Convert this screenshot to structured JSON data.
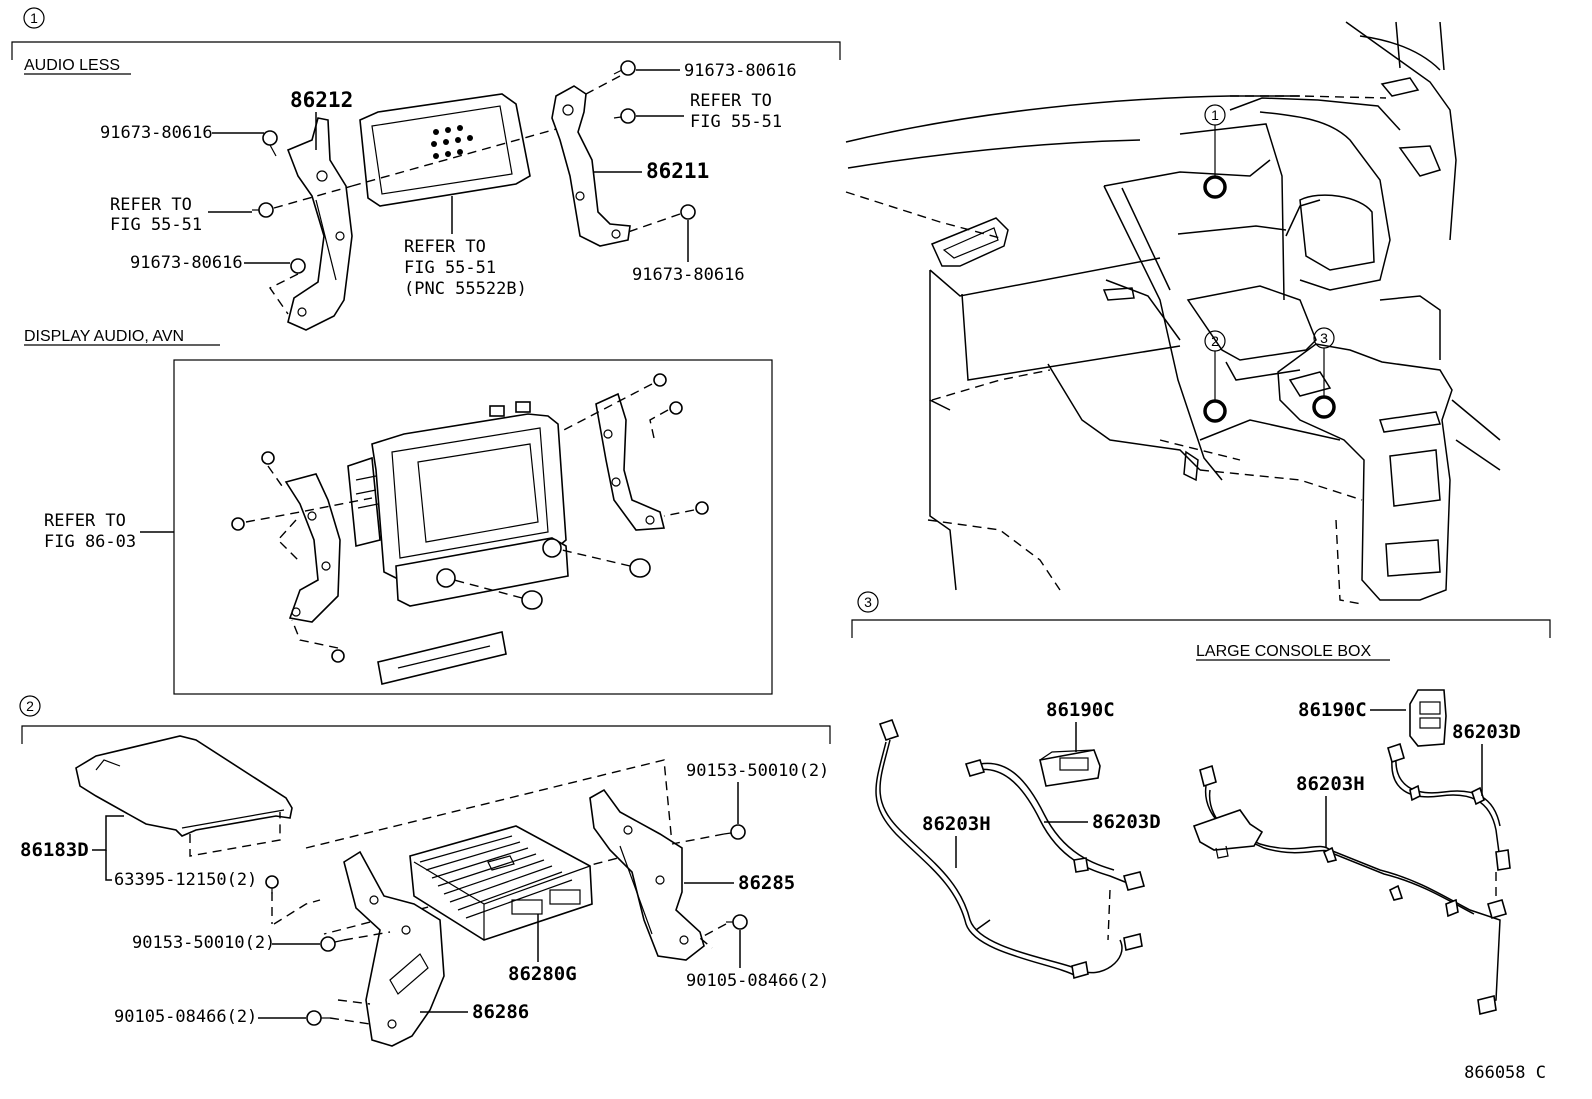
{
  "drawing_number": "866058 C",
  "sections": {
    "s1": {
      "marker": "1",
      "audio_less": {
        "title": "AUDIO LESS",
        "labels": {
          "p86212": "86212",
          "p86211": "86211",
          "bolt_a": "91673-80616",
          "bolt_b": "91673-80616",
          "bolt_c": "91673-80616",
          "bolt_d": "91673-80616",
          "refer_left_l1": "REFER TO",
          "refer_left_l2": "FIG 55-51",
          "refer_right_l1": "REFER TO",
          "refer_right_l2": "FIG 55-51",
          "refer_center_l1": "REFER TO",
          "refer_center_l2": "FIG 55-51",
          "refer_center_l3": "(PNC 55522B)"
        }
      },
      "display_audio": {
        "title": "DISPLAY AUDIO, AVN",
        "refer_l1": "REFER TO",
        "refer_l2": "FIG 86-03"
      }
    },
    "interior": {
      "callouts": [
        "1",
        "2",
        "3"
      ]
    },
    "s2": {
      "marker": "2",
      "labels": {
        "p86183D": "86183D",
        "p63395": "63395-12150(2)",
        "p90153_right": "90153-50010(2)",
        "p90153_left": "90153-50010(2)",
        "p86285": "86285",
        "p86280G": "86280G",
        "p90105_right": "90105-08466(2)",
        "p90105_left": "90105-08466(2)",
        "p86286": "86286"
      }
    },
    "s3": {
      "marker": "3",
      "title": "LARGE CONSOLE BOX",
      "left": {
        "p86190C": "86190C",
        "p86203H": "86203H",
        "p86203D": "86203D"
      },
      "right": {
        "p86190C": "86190C",
        "p86203D": "86203D",
        "p86203H": "86203H"
      }
    }
  }
}
